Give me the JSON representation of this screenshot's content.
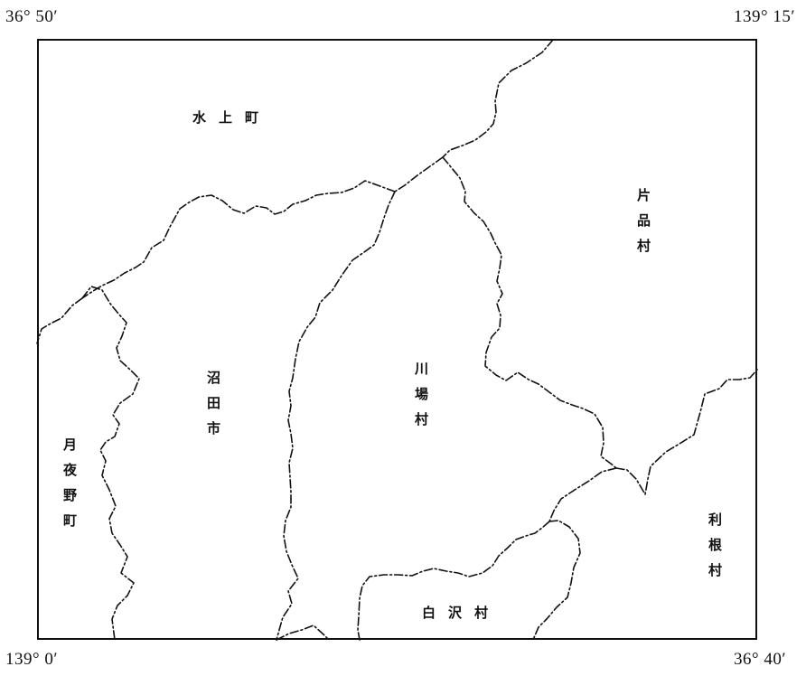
{
  "coordinates": {
    "top_left": "36° 50′",
    "top_right": "139° 15′",
    "bottom_left": "139° 0′",
    "bottom_right": "36° 40′"
  },
  "regions": {
    "minakami": "水上町",
    "katashina": "片品村",
    "numata": "沼田市",
    "kawaba": "川場村",
    "tsukiyono": "月夜野町",
    "tone": "利根村",
    "shirasawa": "白沢村"
  },
  "colors": {
    "boundary_line": "#111111",
    "frame": "#111111",
    "background": "#ffffff"
  },
  "boundary_style": "dash-dot"
}
